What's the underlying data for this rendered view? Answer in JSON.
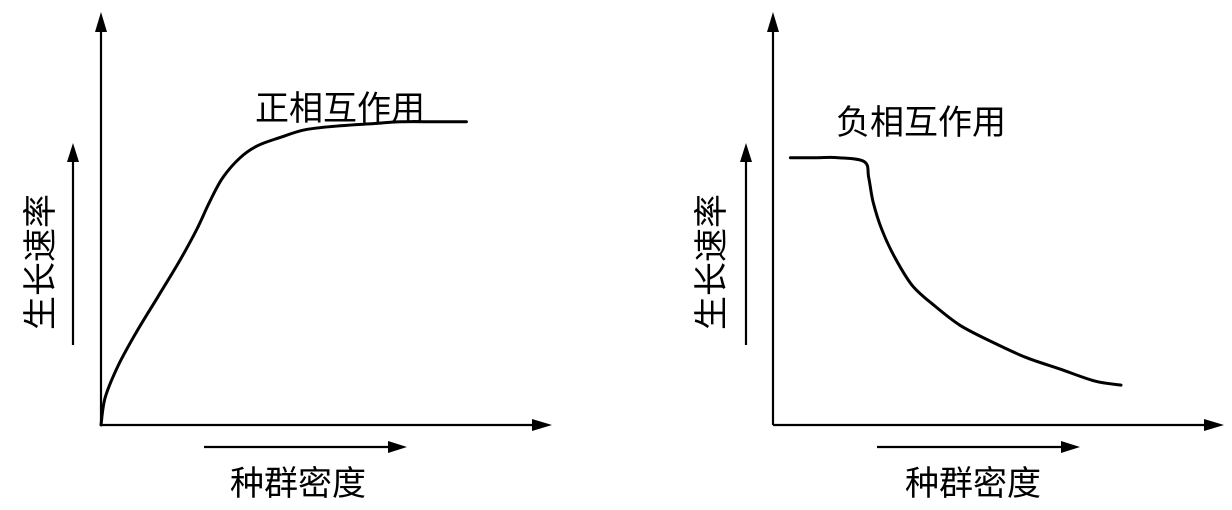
{
  "chart_data": [
    {
      "type": "line",
      "annotation": "正相互作用",
      "xlabel": "种群密度",
      "ylabel": "生长速率",
      "xlim": [
        0,
        1
      ],
      "ylim": [
        0,
        1
      ],
      "grid": false,
      "series": [
        {
          "x": [
            0,
            0.01,
            0.04,
            0.08,
            0.13,
            0.18,
            0.22,
            0.25,
            0.28,
            0.32,
            0.36,
            0.41,
            0.47,
            0.55,
            0.62,
            0.69,
            0.77,
            0.84
          ],
          "y": [
            0,
            0.07,
            0.15,
            0.23,
            0.32,
            0.41,
            0.49,
            0.56,
            0.62,
            0.67,
            0.7,
            0.72,
            0.74,
            0.75,
            0.755,
            0.76,
            0.76,
            0.76
          ]
        }
      ]
    },
    {
      "type": "line",
      "annotation": "负相互作用",
      "xlabel": "种群密度",
      "ylabel": "生长速率",
      "xlim": [
        0,
        1
      ],
      "ylim": [
        0,
        1
      ],
      "grid": false,
      "series": [
        {
          "x": [
            0.04,
            0.1,
            0.15,
            0.21,
            0.22,
            0.23,
            0.25,
            0.28,
            0.32,
            0.37,
            0.43,
            0.5,
            0.58,
            0.66,
            0.74,
            0.8
          ],
          "y": [
            0.67,
            0.67,
            0.67,
            0.66,
            0.62,
            0.56,
            0.49,
            0.42,
            0.35,
            0.3,
            0.25,
            0.21,
            0.17,
            0.14,
            0.11,
            0.1
          ]
        }
      ]
    }
  ]
}
